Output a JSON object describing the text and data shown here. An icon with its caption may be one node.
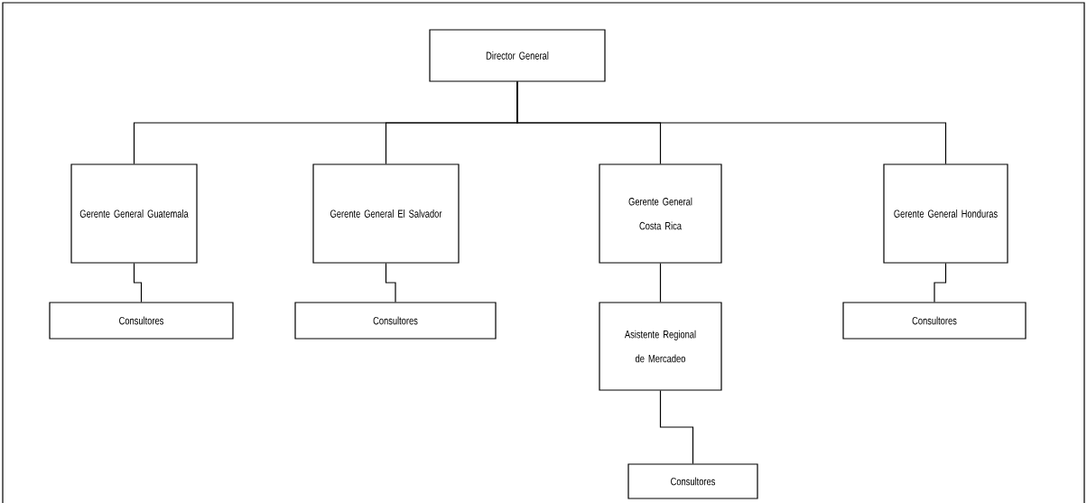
{
  "diagram": {
    "nodes": [
      {
        "text": [
          "Director General"
        ]
      },
      {
        "text": [
          "Gerente General Guatemala"
        ]
      },
      {
        "text": [
          "Gerente General El Salvador"
        ]
      },
      {
        "text": [
          "Gerente General Costa Rica"
        ]
      },
      {
        "text": [
          "Gerente General Honduras"
        ]
      },
      {
        "text": [
          "Consultores"
        ]
      },
      {
        "text": [
          "Consultores"
        ]
      },
      {
        "text": [
          "Asistente Regional de Mercadeo"
        ]
      },
      {
        "text": [
          "Consultores"
        ]
      },
      {
        "text": [
          "Consultores"
        ]
      }
    ],
    "edges": [
      {
        "from": 0,
        "to": 1,
        "arrow": "none"
      },
      {
        "from": 0,
        "to": 2,
        "arrow": "none"
      },
      {
        "from": 0,
        "to": 3,
        "arrow": "none"
      },
      {
        "from": 0,
        "to": 4,
        "arrow": "none"
      },
      {
        "from": 1,
        "to": 5,
        "arrow": "none"
      },
      {
        "from": 2,
        "to": 6,
        "arrow": "none"
      },
      {
        "from": 3,
        "to": 7,
        "arrow": "none"
      },
      {
        "from": 4,
        "to": 8,
        "arrow": "none"
      },
      {
        "from": 7,
        "to": 9,
        "arrow": "none"
      }
    ]
  }
}
